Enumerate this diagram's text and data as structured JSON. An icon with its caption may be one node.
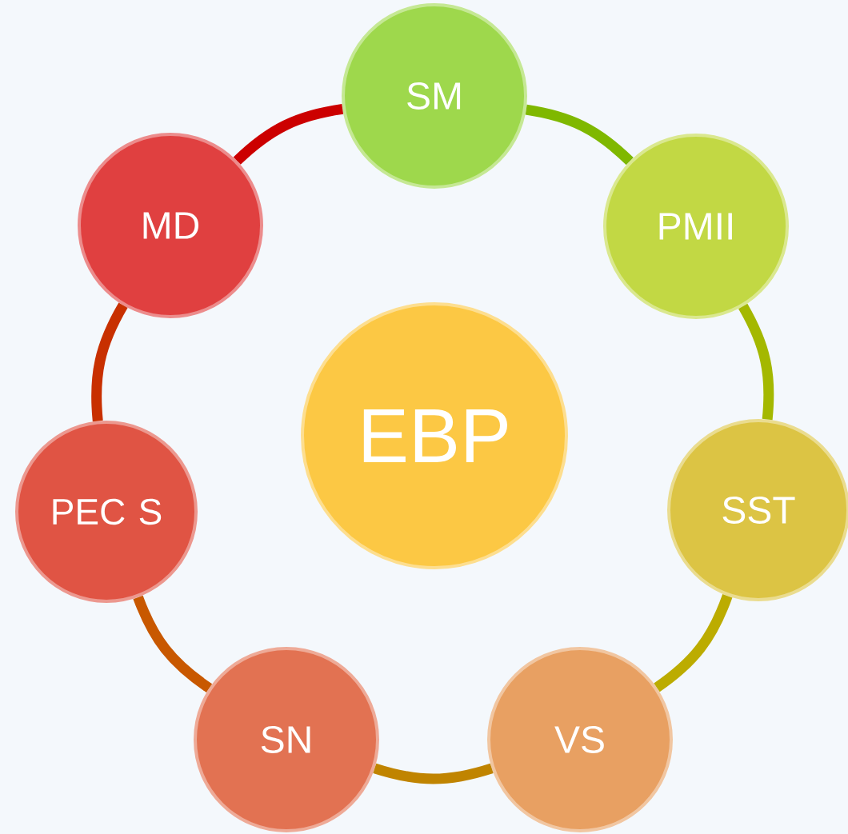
{
  "diagram": {
    "nodes": [
      {
        "text": [
          "EBP"
        ]
      },
      {
        "text": [
          "SM"
        ]
      },
      {
        "text": [
          "PMII"
        ]
      },
      {
        "text": [
          "SST"
        ]
      },
      {
        "text": [
          "VS"
        ]
      },
      {
        "text": [
          "SN"
        ]
      },
      {
        "text": [
          "PEC S"
        ]
      },
      {
        "text": [
          "MD"
        ]
      }
    ],
    "edges": [
      {
        "from": 1,
        "to": 2,
        "arrow": "none",
        "color": "#7fb800"
      },
      {
        "from": 2,
        "to": 3,
        "arrow": "none",
        "color": "#a4b800"
      },
      {
        "from": 3,
        "to": 4,
        "arrow": "none",
        "color": "#bcac00"
      },
      {
        "from": 4,
        "to": 5,
        "arrow": "none",
        "color": "#c08400"
      },
      {
        "from": 5,
        "to": 6,
        "arrow": "none",
        "color": "#c85800"
      },
      {
        "from": 6,
        "to": 7,
        "arrow": "none",
        "color": "#c83000"
      },
      {
        "from": 7,
        "to": 1,
        "arrow": "none",
        "color": "#cc0000"
      }
    ]
  }
}
